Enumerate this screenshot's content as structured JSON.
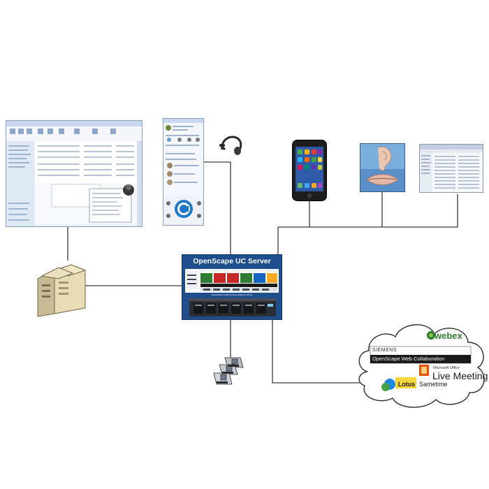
{
  "server": {
    "title": "OpenScape UC Server",
    "subtitle": "OpenScape Unified Communications Server",
    "tile_colors": [
      "#2e7d32",
      "#c62828",
      "#c62828",
      "#2e7d32",
      "#1565c0",
      "#f9a825"
    ]
  },
  "cloud": {
    "webex": "webex",
    "siemens": "SIEMENS",
    "web_collab": "OpenScape Web Collaboration",
    "ms_office": "Microsoft Office",
    "live_meeting": "Live Meeting",
    "lotus": "Lotus",
    "sametime": "Sametime"
  },
  "colors": {
    "line": "#3a3a3a",
    "server_blue": "#1e4e8c",
    "webex_green": "#2e7d32"
  },
  "icons": [
    "outlook-window-icon",
    "communicator-client-icon",
    "headset-icon",
    "smartphone-icon",
    "ear-mouth-icon",
    "web-client-icon",
    "server-tower-icon",
    "rack-server-icon",
    "desk-phones-icon"
  ]
}
